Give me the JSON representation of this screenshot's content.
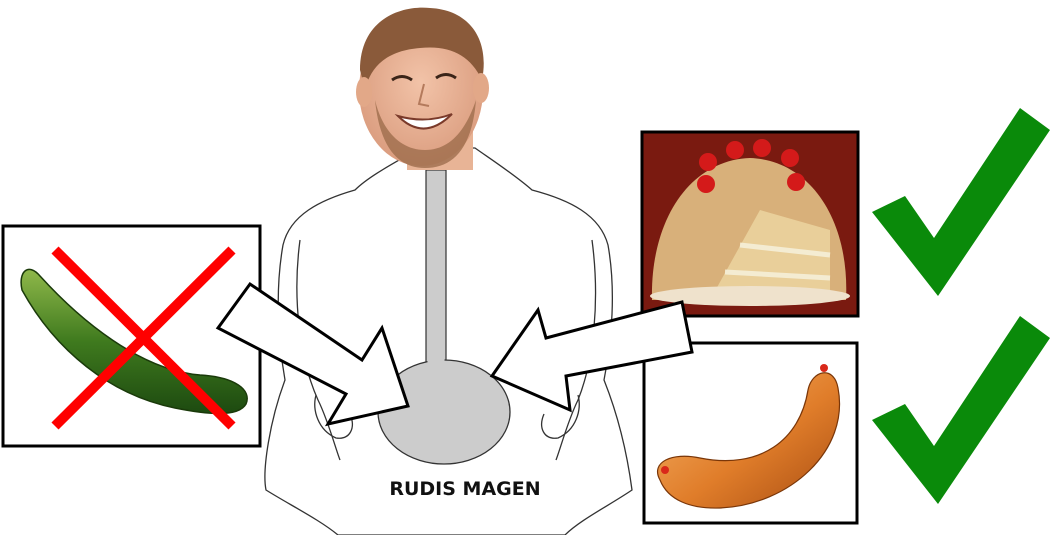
{
  "stomach_label": "RUDIS MAGEN",
  "foods": [
    {
      "name": "cucumber",
      "verdict": "rejected",
      "mark": "red-x-icon"
    },
    {
      "name": "cream-cake",
      "verdict": "accepted",
      "mark": "green-check-icon"
    },
    {
      "name": "sausage",
      "verdict": "accepted",
      "mark": "green-check-icon"
    }
  ],
  "colors": {
    "reject": "#ff0000",
    "accept": "#0a8a0a",
    "stomach": "#cccccc",
    "outline": "#222222"
  }
}
